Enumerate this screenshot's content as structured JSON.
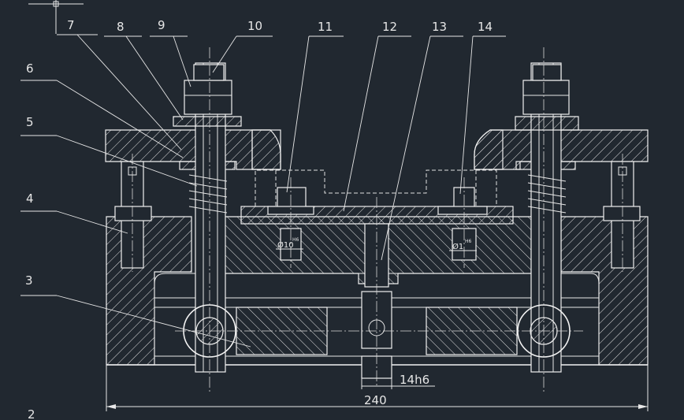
{
  "callouts": [
    {
      "id": "2",
      "text": "2"
    },
    {
      "id": "3",
      "text": "3"
    },
    {
      "id": "4",
      "text": "4"
    },
    {
      "id": "5",
      "text": "5"
    },
    {
      "id": "6",
      "text": "6"
    },
    {
      "id": "7",
      "text": "7"
    },
    {
      "id": "8",
      "text": "8"
    },
    {
      "id": "9",
      "text": "9"
    },
    {
      "id": "10",
      "text": "10"
    },
    {
      "id": "11",
      "text": "11"
    },
    {
      "id": "12",
      "text": "12"
    },
    {
      "id": "13",
      "text": "13"
    },
    {
      "id": "14",
      "text": "14"
    }
  ],
  "dimensions": {
    "overall_width": "240",
    "shaft_fit": "14h6",
    "pin_fit_left": "Ø10",
    "pin_fit_left_sup": "H6",
    "pin_fit_right": "Ø1",
    "pin_fit_right_sup": "H6"
  },
  "colors": {
    "background": "#212830",
    "linework": "#e8e8e8"
  }
}
